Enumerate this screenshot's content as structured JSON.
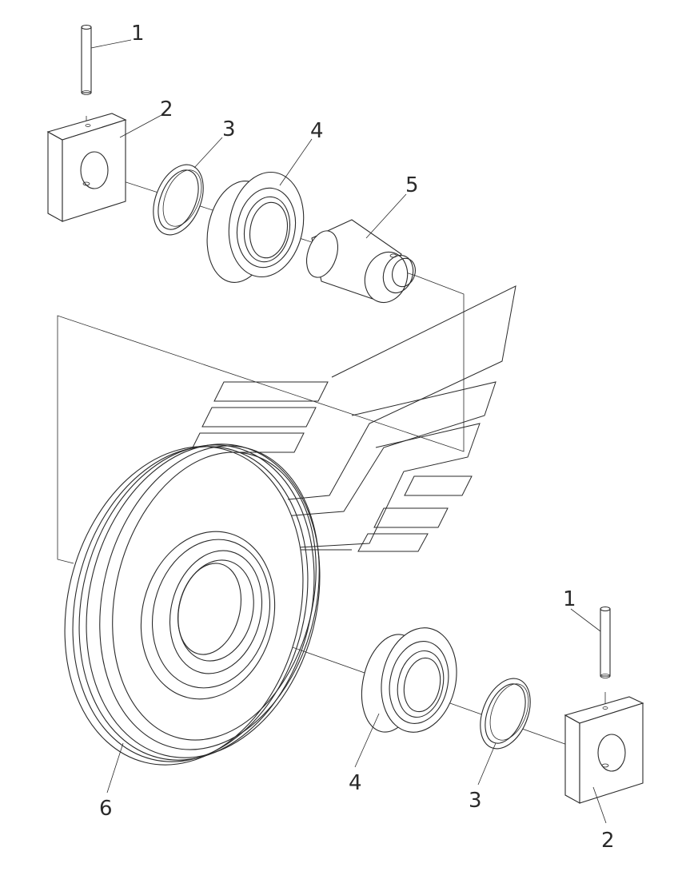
{
  "callouts": {
    "top_pin": "1",
    "top_block": "2",
    "top_ring": "3",
    "top_bearing": "4",
    "shaft": "5",
    "roller": "6",
    "bottom_bearing": "4",
    "bottom_ring": "3",
    "bottom_pin": "1",
    "bottom_block": "2"
  },
  "watermark": "stylized-letters-logo",
  "colors": {
    "line": "#2a2a2a",
    "background": "#ffffff"
  }
}
